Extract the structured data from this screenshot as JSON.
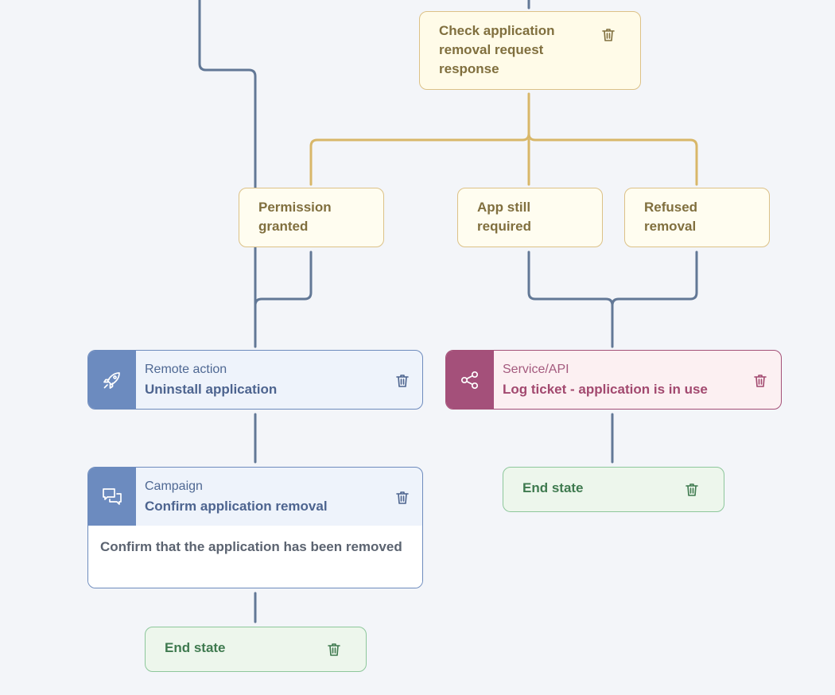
{
  "colors": {
    "background": "#f3f5f9",
    "connector_blue": "#627896",
    "connector_gold": "#d8b769",
    "condition_border": "#dcc187",
    "condition_text": "#806f3e",
    "action_accent": "#6c8bbf",
    "service_accent": "#a4507a",
    "end_state_border": "#8dc79b",
    "end_state_text": "#3f7a4f"
  },
  "conditions": {
    "root": {
      "label": "Check application removal request response",
      "icon": "trash-icon"
    },
    "branch_1": {
      "label": "Permission granted"
    },
    "branch_2": {
      "label": "App still required"
    },
    "branch_3": {
      "label": "Refused removal"
    }
  },
  "actions": {
    "remote_action": {
      "type": "Remote action",
      "name": "Uninstall application",
      "icon": "rocket-icon",
      "delete_icon": "trash-icon"
    },
    "service_api": {
      "type": "Service/API",
      "name": "Log ticket - application is in use",
      "icon": "share-icon",
      "delete_icon": "trash-icon"
    },
    "campaign": {
      "type": "Campaign",
      "name": "Confirm application removal",
      "body": "Confirm that the application has been removed",
      "icon": "chat-bubbles-icon",
      "delete_icon": "trash-icon"
    }
  },
  "end_states": {
    "service_end": {
      "label": "End state",
      "delete_icon": "trash-icon"
    },
    "campaign_end": {
      "label": "End state",
      "delete_icon": "trash-icon"
    }
  }
}
